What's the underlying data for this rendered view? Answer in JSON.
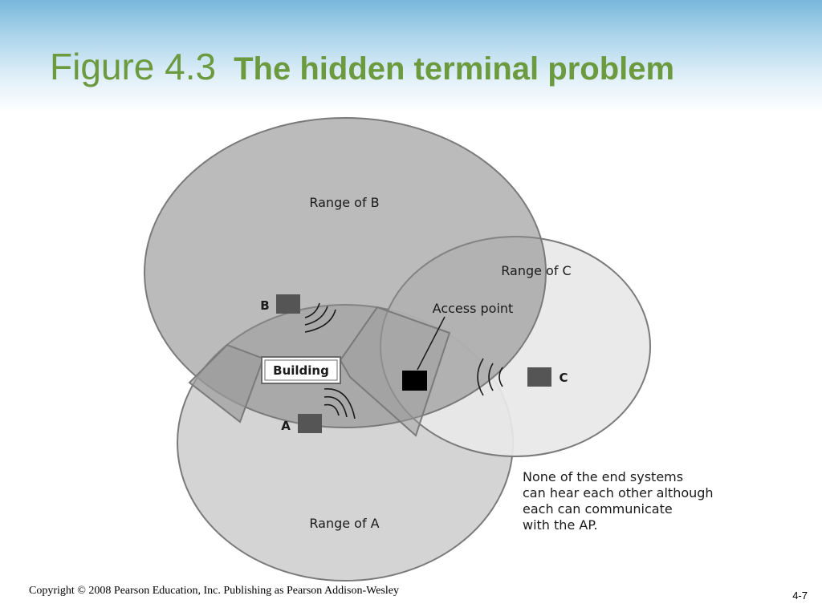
{
  "slide": {
    "title_prefix": "Figure 4.3",
    "title_main": "The hidden terminal problem",
    "copyright": "Copyright © 2008 Pearson Education, Inc. Publishing as Pearson Addison-Wesley",
    "page_number": "4-7"
  },
  "diagram": {
    "range_b_label": "Range of B",
    "range_c_label": "Range of C",
    "range_a_label": "Range of A",
    "node_b_label": "B",
    "node_a_label": "A",
    "node_c_label": "C",
    "access_point_label": "Access point",
    "building_label": "Building",
    "note_lines": [
      "None of the end systems",
      "can hear each other although",
      "each can communicate",
      "with the AP."
    ]
  },
  "colors": {
    "title_green": "#6b9a3f",
    "range_b_fill": "#9c9c9c",
    "range_a_fill": "#d4d4d4",
    "range_c_fill": "#e6e6e6",
    "outline": "#7a7a7a",
    "node_fill": "#555555",
    "access_point_fill": "#000000"
  }
}
